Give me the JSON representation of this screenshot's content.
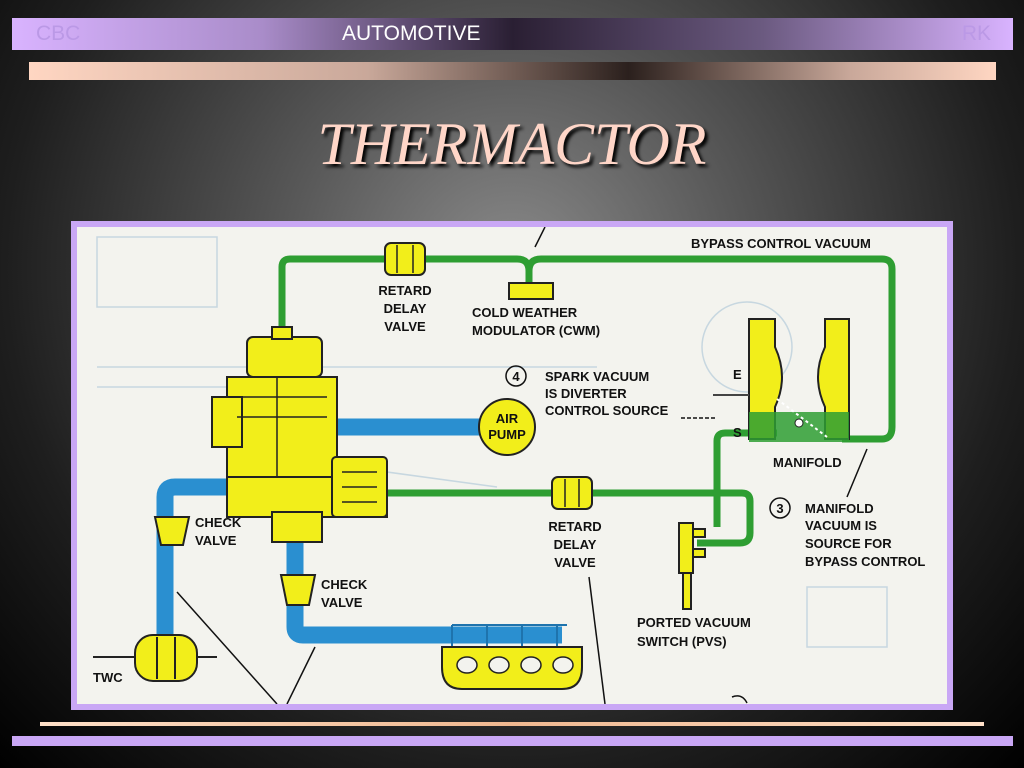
{
  "header": {
    "left": "CBC",
    "center": "AUTOMOTIVE",
    "right": "RK"
  },
  "title": "THERMACTOR",
  "diagram": {
    "retard_delay_valve_top": [
      "RETARD",
      "DELAY",
      "VALVE"
    ],
    "cold_weather_modulator": [
      "COLD WEATHER",
      "MODULATOR (CWM)"
    ],
    "bypass_control_vacuum": "BYPASS CONTROL VACUUM",
    "spark_vacuum_number": "4",
    "spark_vacuum": [
      "SPARK VACUUM",
      "IS DIVERTER",
      "CONTROL SOURCE"
    ],
    "air_pump": [
      "AIR",
      "PUMP"
    ],
    "e_label": "E",
    "s_label": "S",
    "manifold": "MANIFOLD",
    "manifold_vacuum_number": "3",
    "manifold_vacuum": [
      "MANIFOLD",
      "VACUUM IS",
      "SOURCE FOR",
      "BYPASS CONTROL"
    ],
    "check_valve_left": [
      "CHECK",
      "VALVE"
    ],
    "check_valve_center": [
      "CHECK",
      "VALVE"
    ],
    "retard_delay_valve_bottom": [
      "RETARD",
      "DELAY",
      "VALVE"
    ],
    "ported_vacuum_switch": [
      "PORTED VACUUM",
      "SWITCH (PVS)"
    ],
    "twc": "TWC"
  },
  "colors": {
    "green_line": "#2e9e32",
    "blue_pipe": "#2a8fd0",
    "yellow_part": "#f2ee1a",
    "paper": "#f3f3ee",
    "frame": "#c9a7f5"
  }
}
